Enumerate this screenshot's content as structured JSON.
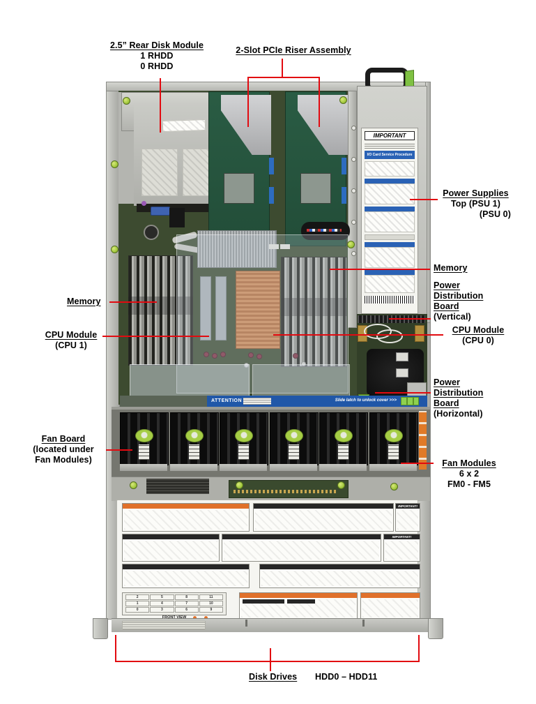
{
  "callouts": {
    "rear_disk": {
      "title": "2.5” Rear Disk Module",
      "l1": "1 RHDD",
      "l2": "0 RHDD"
    },
    "riser": {
      "title": "2-Slot PCIe Riser Assembly"
    },
    "psu": {
      "title": "Power Supplies",
      "l1": "Top (PSU 1)",
      "l2": "(PSU 0)"
    },
    "mem_r": {
      "title": "Memory"
    },
    "pdb_v": {
      "w1": "Power",
      "w2": "Distribution",
      "w3": "Board",
      "w4": "(Vertical)"
    },
    "cpu0": {
      "title": "CPU Module",
      "l1": "(CPU 0)"
    },
    "mem_l": {
      "title": "Memory"
    },
    "cpu1": {
      "title": "CPU Module",
      "l1": "(CPU 1)"
    },
    "pdb_h": {
      "w1": "Power",
      "w2": "Distribution",
      "w3": "Board",
      "w4": "(Horizontal)"
    },
    "fan_board": {
      "title": "Fan Board",
      "l1": "(located under",
      "l2": "Fan Modules)"
    },
    "fan_mod": {
      "title": "Fan Modules",
      "l1": "6 x 2",
      "l2": "FM0 - FM5"
    },
    "disks": {
      "title": "Disk Drives",
      "range": "HDD0 – HDD11"
    }
  },
  "chassis": {
    "psu_label": {
      "important": "IMPORTANT",
      "procedure": "I/O Card Service Procedure"
    },
    "attention": {
      "word": "ATTENTION",
      "slide": "Slide latch to unlock cover >>>"
    },
    "panel": {
      "front_view": "FRONT VIEW",
      "important": "IMPORTANT!",
      "map": [
        [
          "2",
          "5",
          "8",
          "11"
        ],
        [
          "1",
          "4",
          "7",
          "10"
        ],
        [
          "0",
          "3",
          "6",
          "9"
        ]
      ]
    }
  },
  "colors": {
    "callout_red": "#e20a10",
    "pcb_olive": "#3d4b30",
    "riser_green": "#2a5c44",
    "copper": "#c5804a",
    "fan_green": "#a5cd45",
    "label_blue": "#2a62b5",
    "accent_orange": "#e0702a"
  }
}
